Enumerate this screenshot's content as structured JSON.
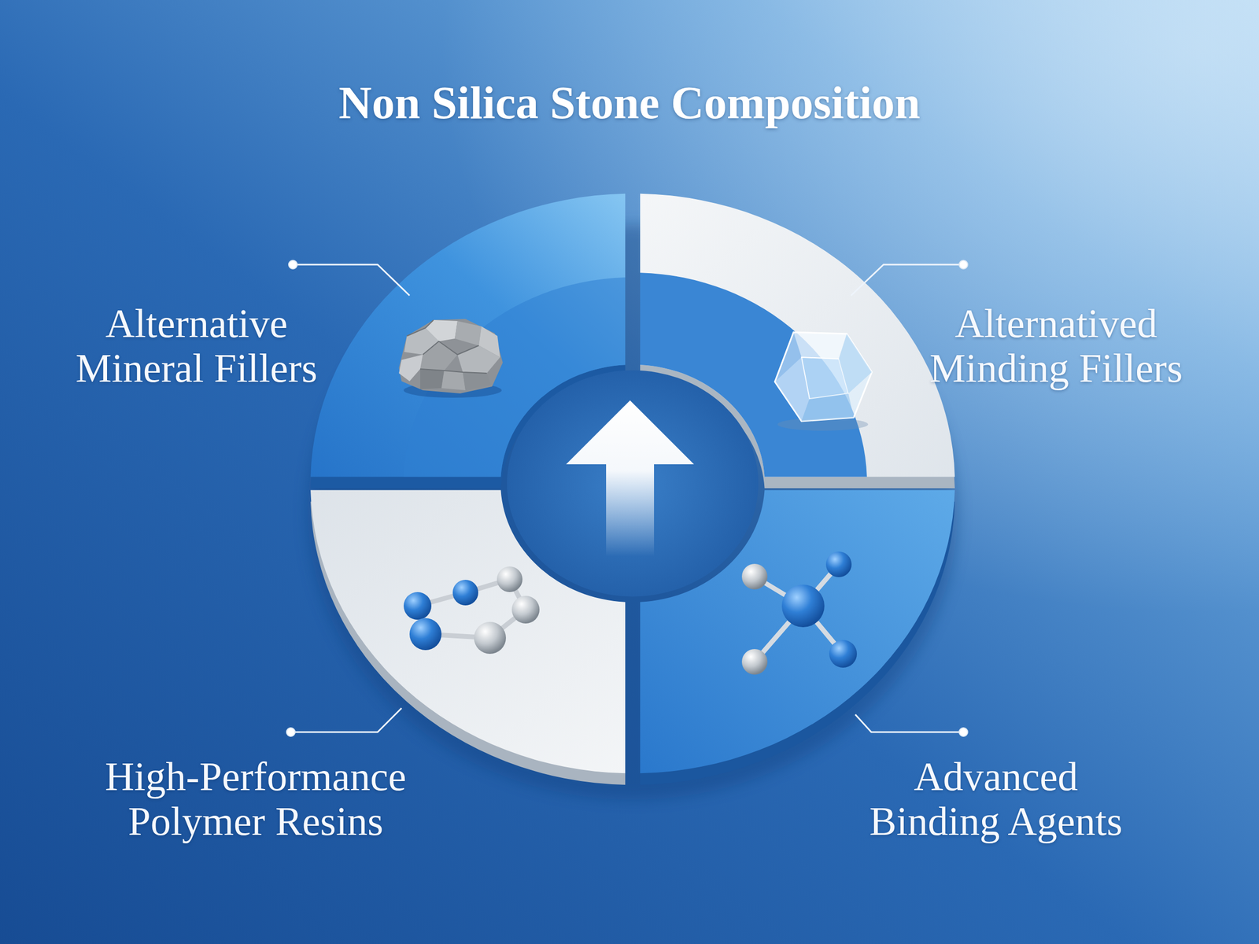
{
  "diagram": {
    "title": "Non Silica Stone Composition",
    "labels": [
      "Alternative Mineral Fillers",
      "Alternatived Minding Fillers",
      "High-Performance Polymer Resins",
      "Advanced Binding Agents"
    ]
  }
}
